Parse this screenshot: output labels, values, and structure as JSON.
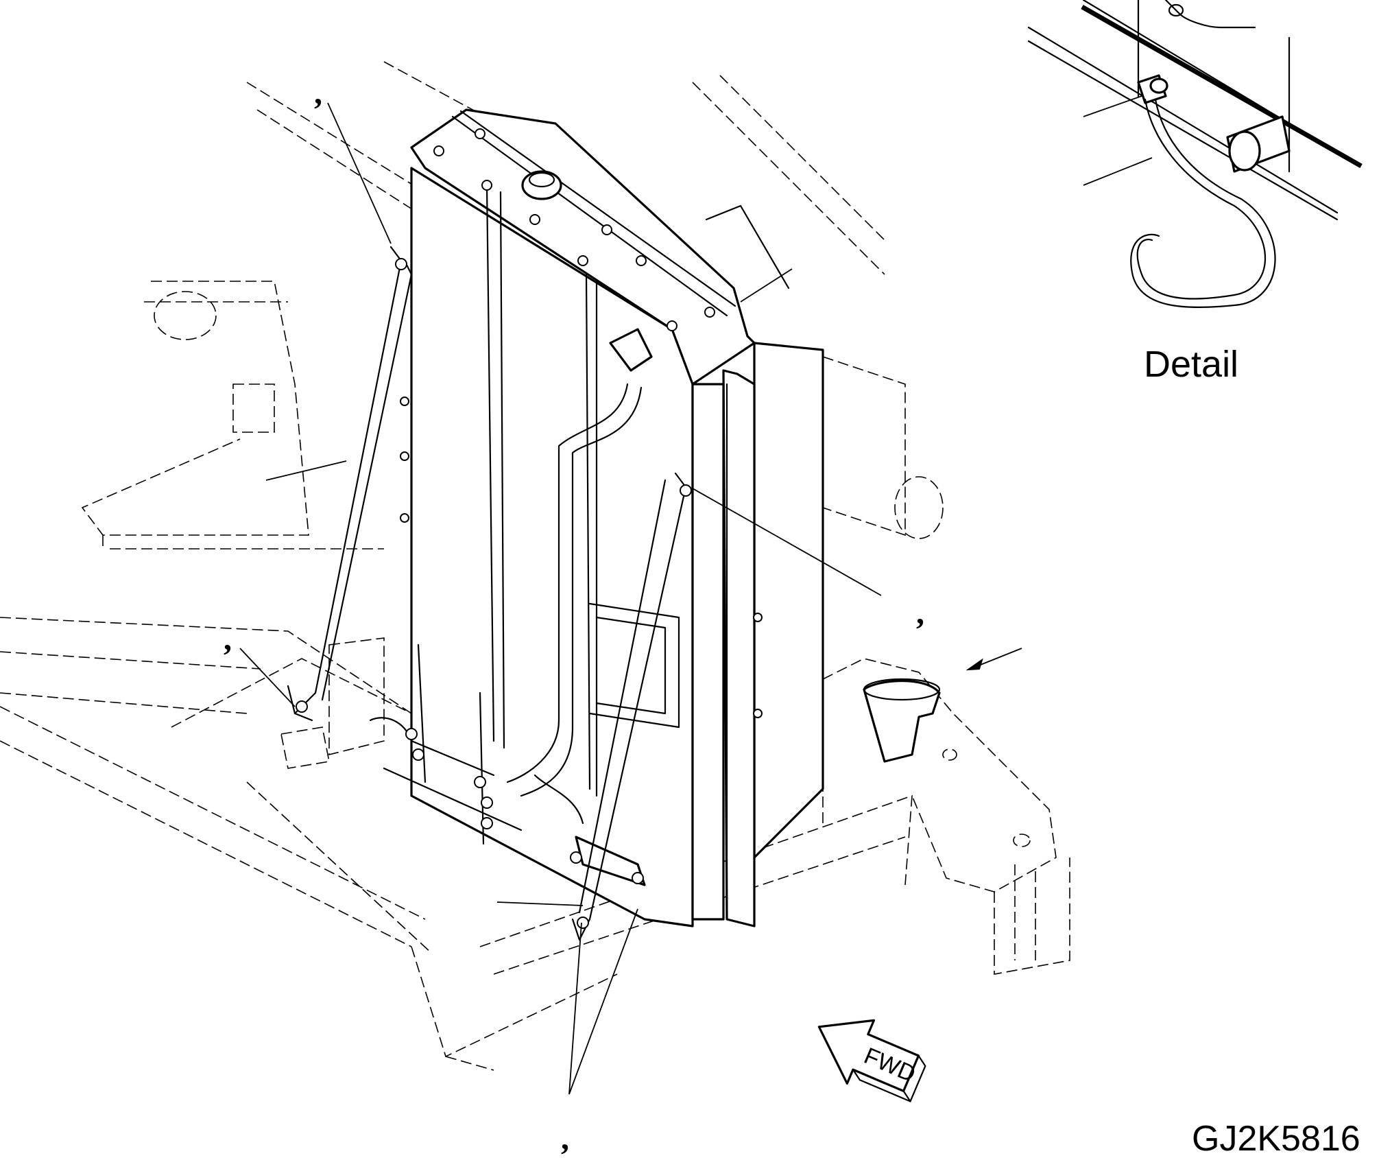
{
  "diagram": {
    "detail_label": "Detail",
    "drawing_code": "GJ2K5816",
    "forward_marker": "FWD",
    "callout_marks": [
      ",",
      ",",
      ",",
      ","
    ]
  },
  "icons": {
    "radiator_assembly": "radiator-icon",
    "detail_hose_clip": "hose-clip-icon",
    "forward_arrow": "forward-arrow-icon"
  }
}
